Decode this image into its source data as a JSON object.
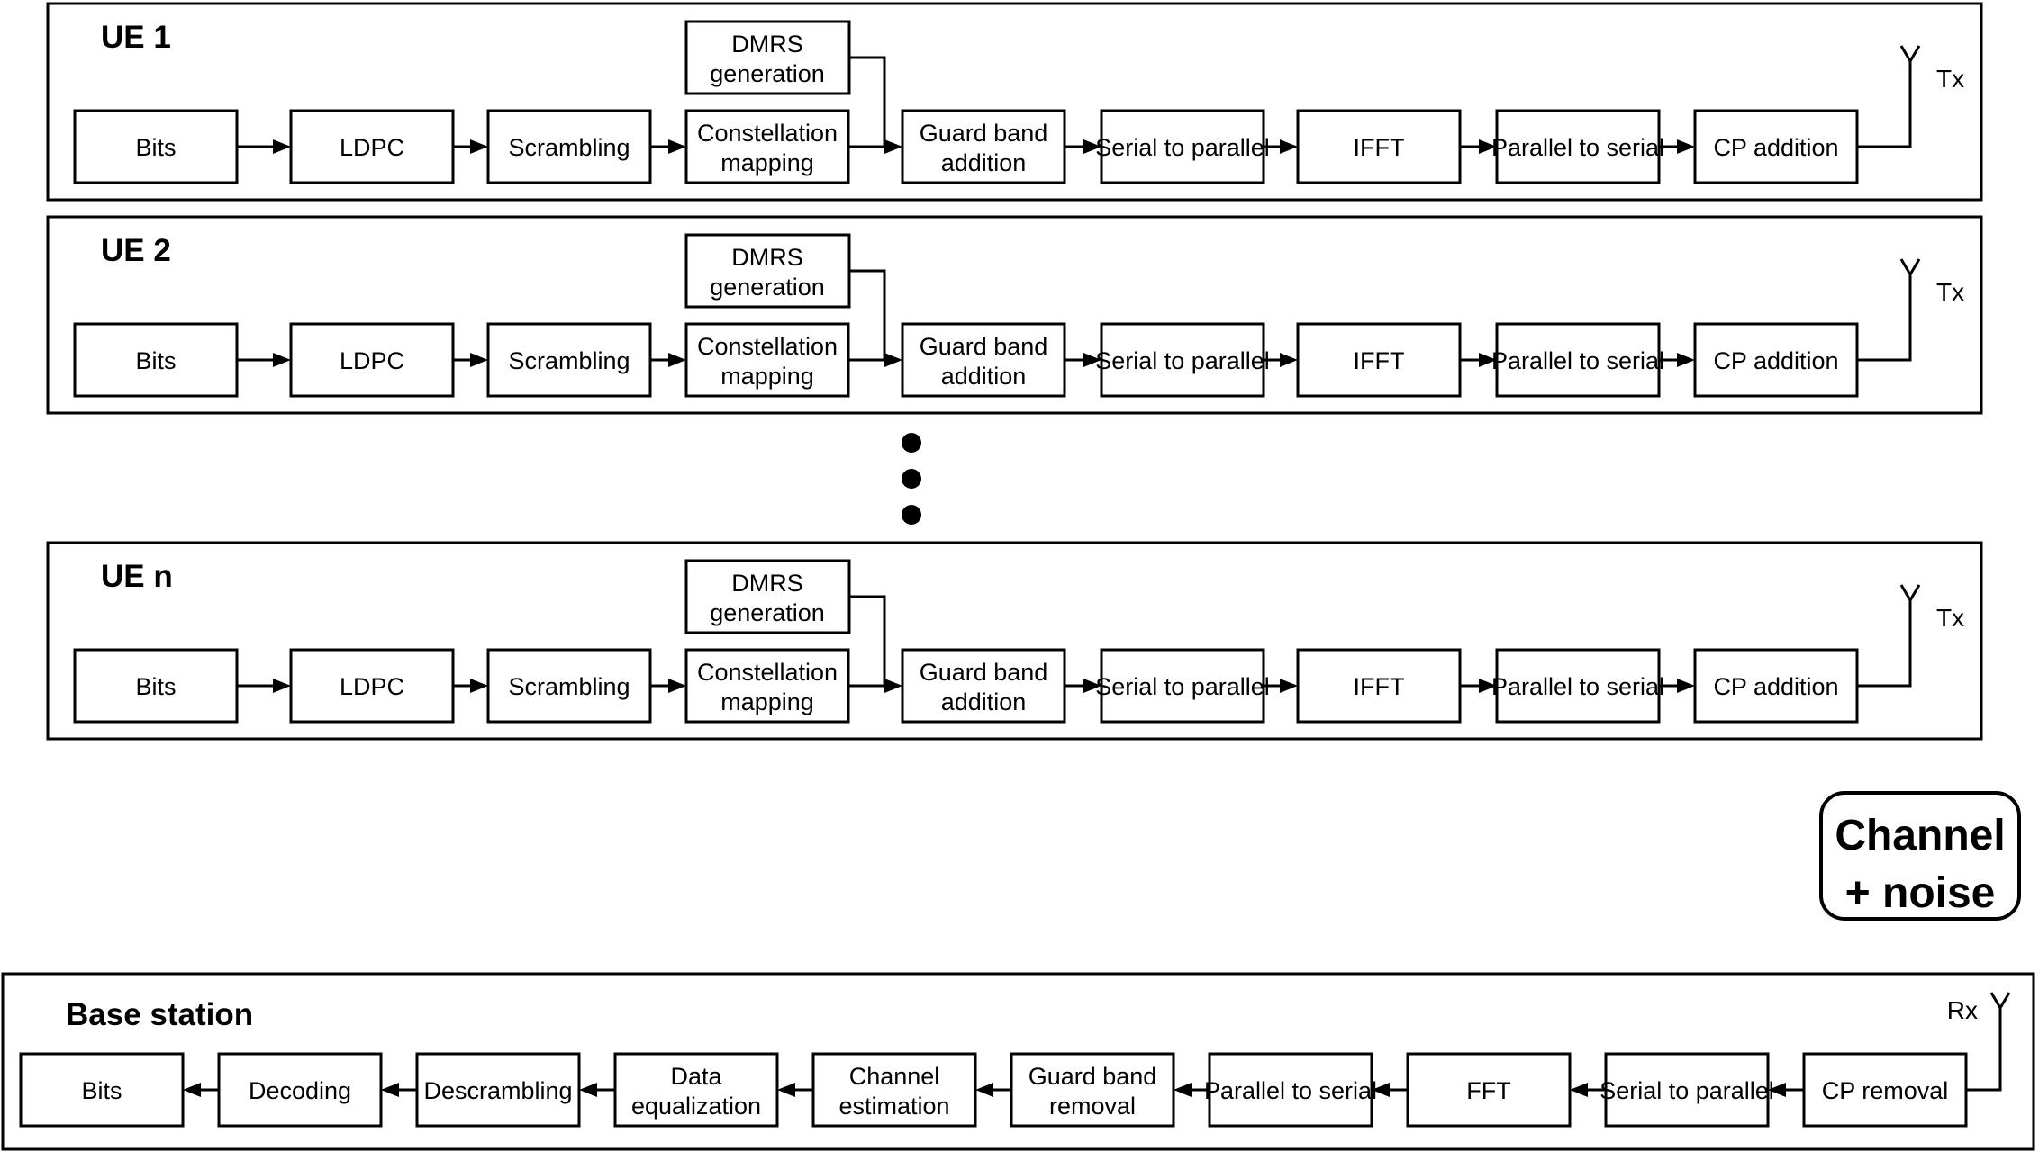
{
  "page": {
    "background": "#ffffff",
    "ink": "#000000",
    "description_title": "Multi-user OFDM uplink transmit and receive chain block diagram"
  },
  "ue_rows": [
    {
      "title": "UE 1",
      "tx_antenna_label": "Tx"
    },
    {
      "title": "UE 2",
      "tx_antenna_label": "Tx"
    },
    {
      "title": "UE n",
      "tx_antenna_label": "Tx"
    }
  ],
  "tx_chain": [
    {
      "label": "Bits",
      "lines": [
        "Bits"
      ]
    },
    {
      "label": "LDPC",
      "lines": [
        "LDPC"
      ]
    },
    {
      "label": "Scrambling",
      "lines": [
        "Scrambling"
      ]
    },
    {
      "label": "Constellation mapping",
      "lines": [
        "Constellation",
        "mapping"
      ]
    },
    {
      "label": "Guard band addition",
      "lines": [
        "Guard band",
        "addition"
      ]
    },
    {
      "label": "Serial to parallel",
      "lines": [
        "Serial to parallel"
      ]
    },
    {
      "label": "IFFT",
      "lines": [
        "IFFT"
      ]
    },
    {
      "label": "Parallel to serial",
      "lines": [
        "Parallel to serial"
      ]
    },
    {
      "label": "CP addition",
      "lines": [
        "CP addition"
      ]
    }
  ],
  "dmrs": {
    "label": "DMRS generation",
    "lines": [
      "DMRS",
      "generation"
    ]
  },
  "ellipsis": {
    "dot_count": 3
  },
  "channel_box": {
    "label": "Channel + noise",
    "lines": [
      "Channel",
      "+ noise"
    ]
  },
  "base_station": {
    "title": "Base station",
    "rx_antenna_label": "Rx",
    "rx_chain": [
      {
        "label": "CP removal",
        "lines": [
          "CP removal"
        ]
      },
      {
        "label": "Serial to parallel",
        "lines": [
          "Serial to parallel"
        ]
      },
      {
        "label": "FFT",
        "lines": [
          "FFT"
        ]
      },
      {
        "label": "Parallel to serial",
        "lines": [
          "Parallel to serial"
        ]
      },
      {
        "label": "Guard band removal",
        "lines": [
          "Guard band",
          "removal"
        ]
      },
      {
        "label": "Channel estimation",
        "lines": [
          "Channel",
          "estimation"
        ]
      },
      {
        "label": "Data equalization",
        "lines": [
          "Data",
          "equalization"
        ]
      },
      {
        "label": "Descrambling",
        "lines": [
          "Descrambling"
        ]
      },
      {
        "label": "Decoding",
        "lines": [
          "Decoding"
        ]
      },
      {
        "label": "Bits",
        "lines": [
          "Bits"
        ]
      }
    ]
  }
}
